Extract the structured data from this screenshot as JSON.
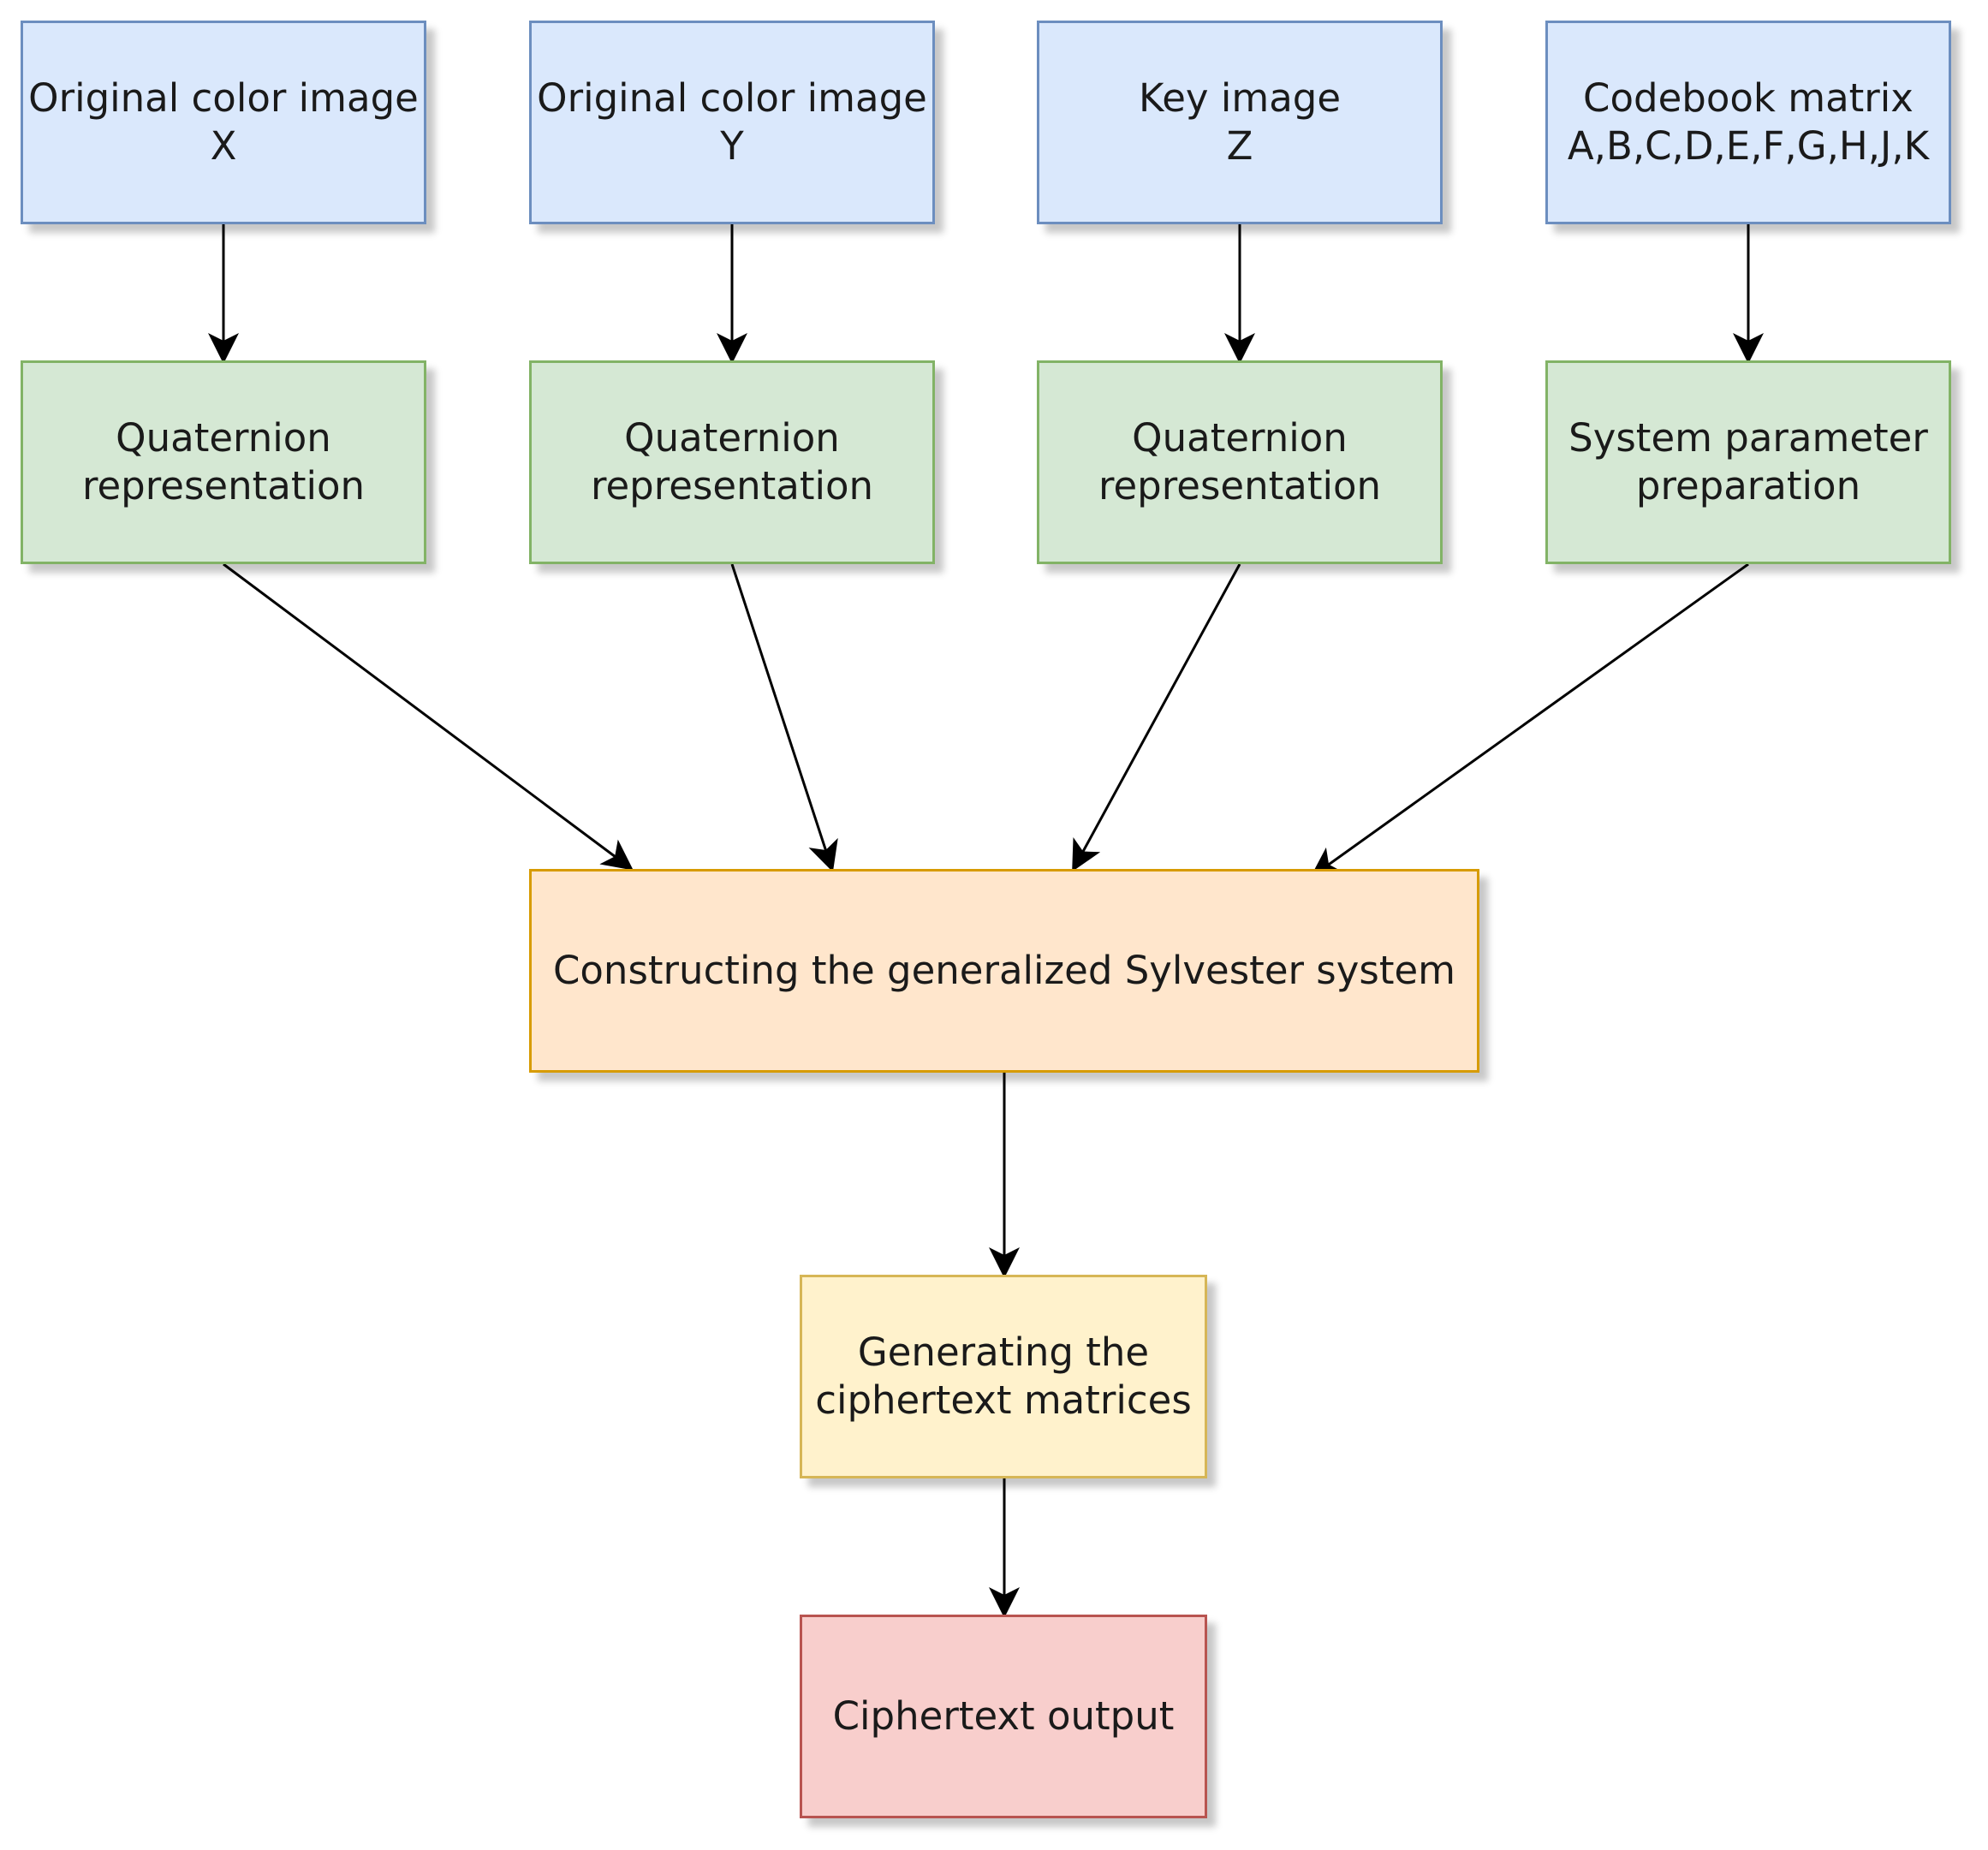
{
  "nodes": {
    "image_x": {
      "lines": [
        "Original color image",
        "X"
      ],
      "fill": "#dae8fc",
      "stroke": "#6c8ebf"
    },
    "image_y": {
      "lines": [
        "Original color image",
        "Y"
      ],
      "fill": "#dae8fc",
      "stroke": "#6c8ebf"
    },
    "key_image": {
      "lines": [
        "Key image",
        "Z"
      ],
      "fill": "#dae8fc",
      "stroke": "#6c8ebf"
    },
    "codebook": {
      "lines": [
        "Codebook matrix",
        "A,B,C,D,E,F,G,H,J,K"
      ],
      "fill": "#dae8fc",
      "stroke": "#6c8ebf"
    },
    "quat_x": {
      "lines": [
        "Quaternion",
        "representation"
      ],
      "fill": "#d5e8d4",
      "stroke": "#82b366"
    },
    "quat_y": {
      "lines": [
        "Quaternion",
        "representation"
      ],
      "fill": "#d5e8d4",
      "stroke": "#82b366"
    },
    "quat_z": {
      "lines": [
        "Quaternion",
        "representation"
      ],
      "fill": "#d5e8d4",
      "stroke": "#82b366"
    },
    "sys_param": {
      "lines": [
        "System parameter",
        "preparation"
      ],
      "fill": "#d5e8d4",
      "stroke": "#82b366"
    },
    "sylvester": {
      "lines": [
        "Constructing the generalized Sylvester system"
      ],
      "fill": "#ffe6cc",
      "stroke": "#d79b00"
    },
    "generate": {
      "lines": [
        "Generating the",
        "ciphertext matrices"
      ],
      "fill": "#fff2cc",
      "stroke": "#d6b656"
    },
    "output": {
      "lines": [
        "Ciphertext output"
      ],
      "fill": "#f8cecc",
      "stroke": "#b85450"
    }
  },
  "edges": [
    {
      "from": "image_x",
      "to": "quat_x"
    },
    {
      "from": "image_y",
      "to": "quat_y"
    },
    {
      "from": "key_image",
      "to": "quat_z"
    },
    {
      "from": "codebook",
      "to": "sys_param"
    },
    {
      "from": "quat_x",
      "to": "sylvester"
    },
    {
      "from": "quat_y",
      "to": "sylvester"
    },
    {
      "from": "quat_z",
      "to": "sylvester"
    },
    {
      "from": "sys_param",
      "to": "sylvester"
    },
    {
      "from": "sylvester",
      "to": "generate"
    },
    {
      "from": "generate",
      "to": "output"
    }
  ],
  "edge_color": "#000000"
}
